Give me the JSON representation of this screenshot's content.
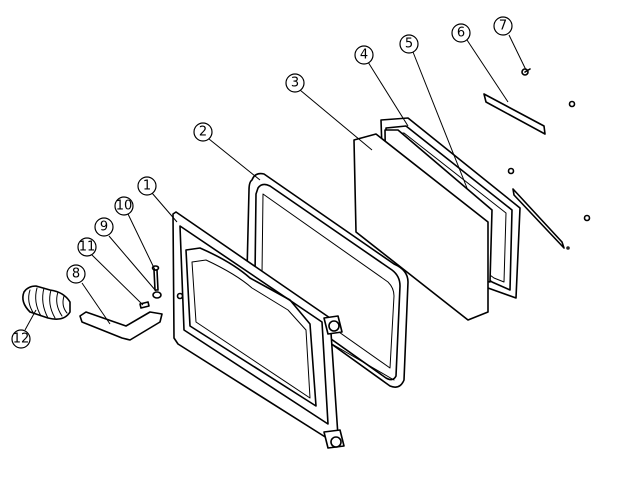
{
  "callouts": [
    {
      "id": "1",
      "label": "1"
    },
    {
      "id": "2",
      "label": "2"
    },
    {
      "id": "3",
      "label": "3"
    },
    {
      "id": "4",
      "label": "4"
    },
    {
      "id": "5",
      "label": "5"
    },
    {
      "id": "6",
      "label": "6"
    },
    {
      "id": "7",
      "label": "7"
    },
    {
      "id": "8",
      "label": "8"
    },
    {
      "id": "9",
      "label": "9"
    },
    {
      "id": "10",
      "label": "10"
    },
    {
      "id": "11",
      "label": "11"
    },
    {
      "id": "12",
      "label": "12"
    }
  ],
  "colors": {
    "line": "#000000",
    "background": "#ffffff"
  }
}
